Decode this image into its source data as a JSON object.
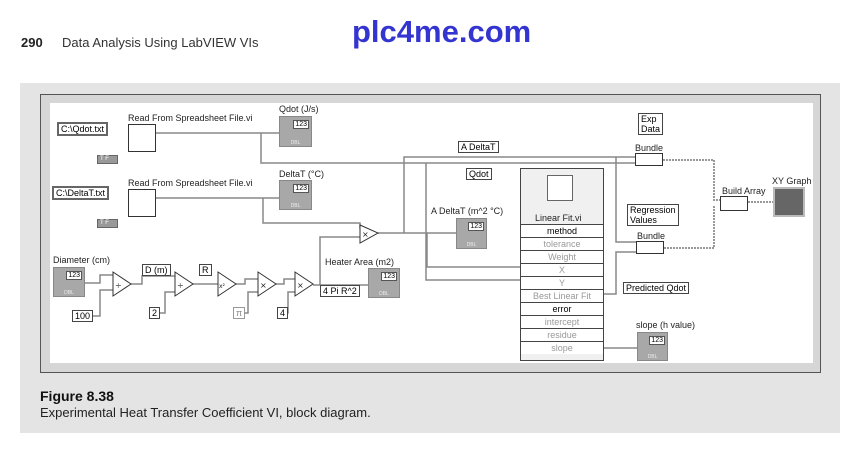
{
  "header": {
    "page_number": "290",
    "running_title": "Data Analysis Using LabVIEW VIs",
    "watermark": "plc4me.com"
  },
  "diagram": {
    "qdot_path": "C:\\Qdot.txt",
    "deltat_path": "C:\\DeltaT.txt",
    "read_vi_label": "Read From Spreadsheet File.vi",
    "tf_const": "T F",
    "qdot_indicator": "Qdot (J/s)",
    "deltat_indicator": "DeltaT (°C)",
    "num_display": "123",
    "dbl": "DBL",
    "diameter_control": "Diameter (cm)",
    "const_100": "100",
    "const_2": "2",
    "const_pi": "π",
    "const_4": "4",
    "d_m": "D (m)",
    "r": "R",
    "area_label": "4 Pi R^2",
    "heater_area": "Heater Area (m2)",
    "a_deltat_wire": "A DeltaT",
    "qdot_wire": "Qdot",
    "a_deltat_indicator": "A DeltaT (m^2 °C)",
    "linear_fit": {
      "title": "Linear Fit.vi",
      "terminals": [
        "method",
        "tolerance",
        "Weight",
        "X",
        "Y",
        "Best Linear Fit",
        "error",
        "intercept",
        "residue",
        "slope"
      ]
    },
    "exp_data": "Exp Data",
    "bundle": "Bundle",
    "regression_values": "Regression Values",
    "predicted_qdot": "Predicted Qdot",
    "slope_indicator": "slope (h value)",
    "build_array": "Build Array",
    "xy_graph": "XY Graph",
    "ops": {
      "divide": "÷",
      "multiply": "×",
      "square": "x²"
    }
  },
  "caption": {
    "figure": "Figure 8.38",
    "text": "Experimental Heat Transfer Coefficient VI, block diagram."
  }
}
